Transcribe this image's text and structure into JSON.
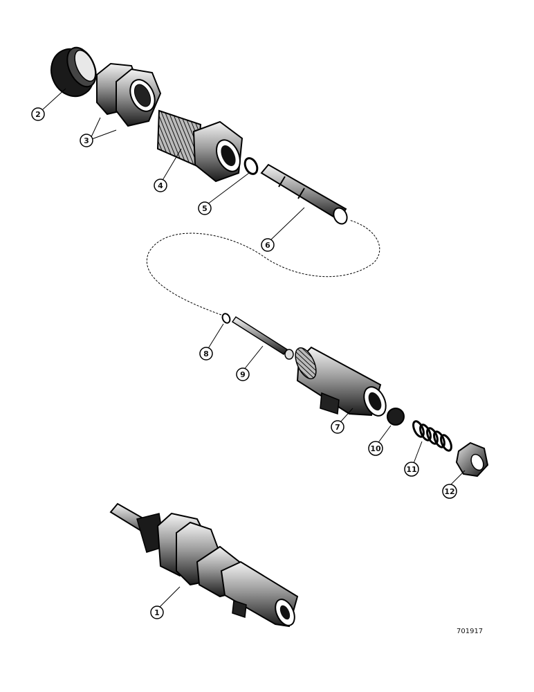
{
  "figure_number": "701917",
  "callouts": [
    {
      "id": "c1",
      "label": "1"
    },
    {
      "id": "c2",
      "label": "2"
    },
    {
      "id": "c3",
      "label": "3"
    },
    {
      "id": "c4",
      "label": "4"
    },
    {
      "id": "c5",
      "label": "5"
    },
    {
      "id": "c6",
      "label": "6"
    },
    {
      "id": "c7",
      "label": "7"
    },
    {
      "id": "c8",
      "label": "8"
    },
    {
      "id": "c9",
      "label": "9"
    },
    {
      "id": "c10",
      "label": "10"
    },
    {
      "id": "c11",
      "label": "11"
    },
    {
      "id": "c12",
      "label": "12"
    }
  ],
  "colors": {
    "ink": "#111111",
    "paper": "#ffffff",
    "shade": "#2a2a2a"
  }
}
